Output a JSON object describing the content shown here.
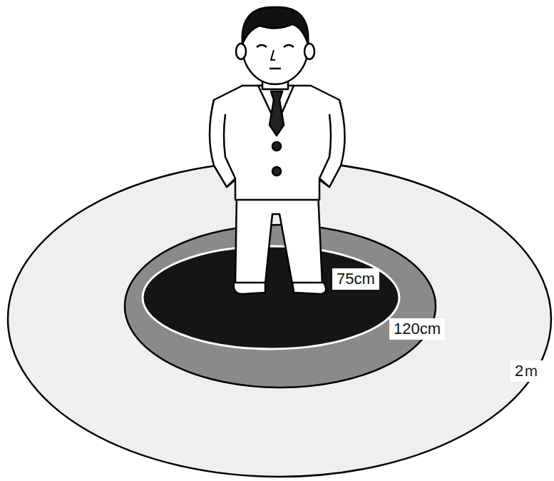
{
  "diagram": {
    "labels": [
      "75cm",
      "120cm",
      "2ｍ"
    ]
  }
}
